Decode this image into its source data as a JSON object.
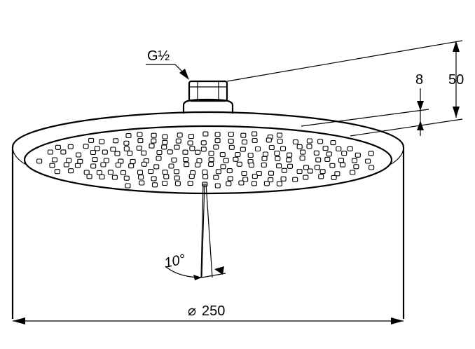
{
  "drawing": {
    "thread_label": "G½",
    "height_small_label": "8",
    "height_large_label": "50",
    "angle_label": "10°",
    "diameter_label": "250",
    "diameter_symbol": "⌀",
    "line_color": "#000000",
    "background_color": "#ffffff"
  }
}
